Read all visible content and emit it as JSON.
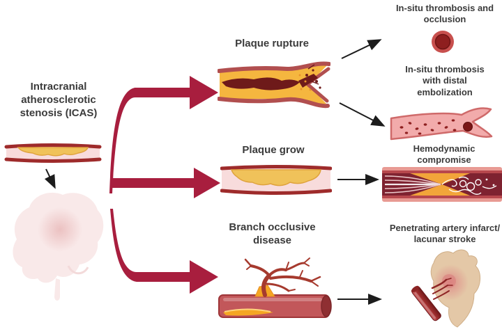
{
  "diagram": {
    "source": {
      "title": "Intracranial atherosclerotic stenosis (ICAS)"
    },
    "mechanisms": [
      {
        "label": "Plaque rupture"
      },
      {
        "label": "Plaque grow"
      },
      {
        "label": "Branch occlusive disease"
      }
    ],
    "outcomes": [
      {
        "label": "In-situ thrombosis and occlusion"
      },
      {
        "label": "In-situ thrombosis with distal embolization"
      },
      {
        "label": "Hemodynamic compromise"
      },
      {
        "label": "Penetrating artery infarct/ lacunar stroke"
      }
    ],
    "icons": {
      "stenosed_artery": "stenosed-artery-icon",
      "brain": "brain-icon",
      "ruptured_plaque_artery": "ruptured-plaque-artery-icon",
      "growing_plaque_artery": "growing-plaque-artery-icon",
      "branch_occlusion_artery": "branch-occlusion-artery-icon",
      "occluded_vessel_cross_section": "occluded-vessel-icon",
      "embolized_artery": "embolized-artery-icon",
      "stenotic_flow_artery": "stenotic-flow-artery-icon",
      "brainstem_infarct": "brainstem-infarct-icon"
    },
    "colors": {
      "flow_arrow": "#a81e3e",
      "vessel_wall": "#9e2b2b",
      "vessel_lumen": "#f8dcdc",
      "plaque": "#f0c25a",
      "thrombus": "#6e1a1a",
      "text": "#3b3b3b"
    }
  }
}
